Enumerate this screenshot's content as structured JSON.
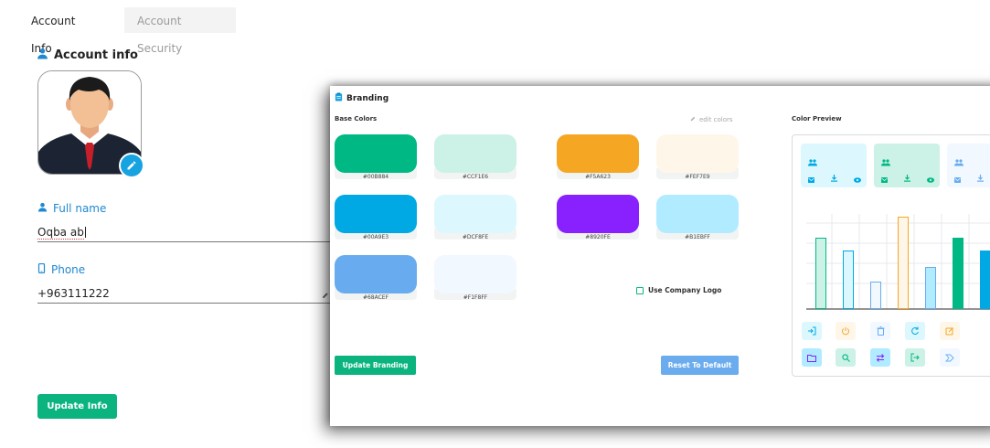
{
  "tabs": [
    {
      "label": "Account Info",
      "active": true
    },
    {
      "label": "Account Security",
      "active": false
    }
  ],
  "account": {
    "section_title": "Account info",
    "full_name_label": "Full name",
    "full_name_value": "Oqba ab",
    "phone_label": "Phone",
    "phone_value": "+963111222",
    "update_button": "Update Info"
  },
  "branding": {
    "title": "Branding",
    "base_colors_label": "Base Colors",
    "edit_colors_label": "edit colors",
    "color_preview_label": "Color Preview",
    "swatches": [
      {
        "hex": "#00B884"
      },
      {
        "hex": "#CCF1E6"
      },
      {
        "hex": "#F5A623"
      },
      {
        "hex": "#FEF7E9"
      },
      {
        "hex": "#00A9E3"
      },
      {
        "hex": "#DCF8FE"
      },
      {
        "hex": "#8920FE"
      },
      {
        "hex": "#B1EBFF"
      },
      {
        "hex": "#68ACEF"
      },
      {
        "hex": "#F1F8FF"
      }
    ],
    "use_logo_label": "Use Company Logo",
    "update_button": "Update Branding",
    "reset_button": "Reset To Default"
  },
  "colors": {
    "accent_green": "#0bb47f",
    "accent_blue": "#17a2e0",
    "reset_blue": "#6aacee"
  }
}
